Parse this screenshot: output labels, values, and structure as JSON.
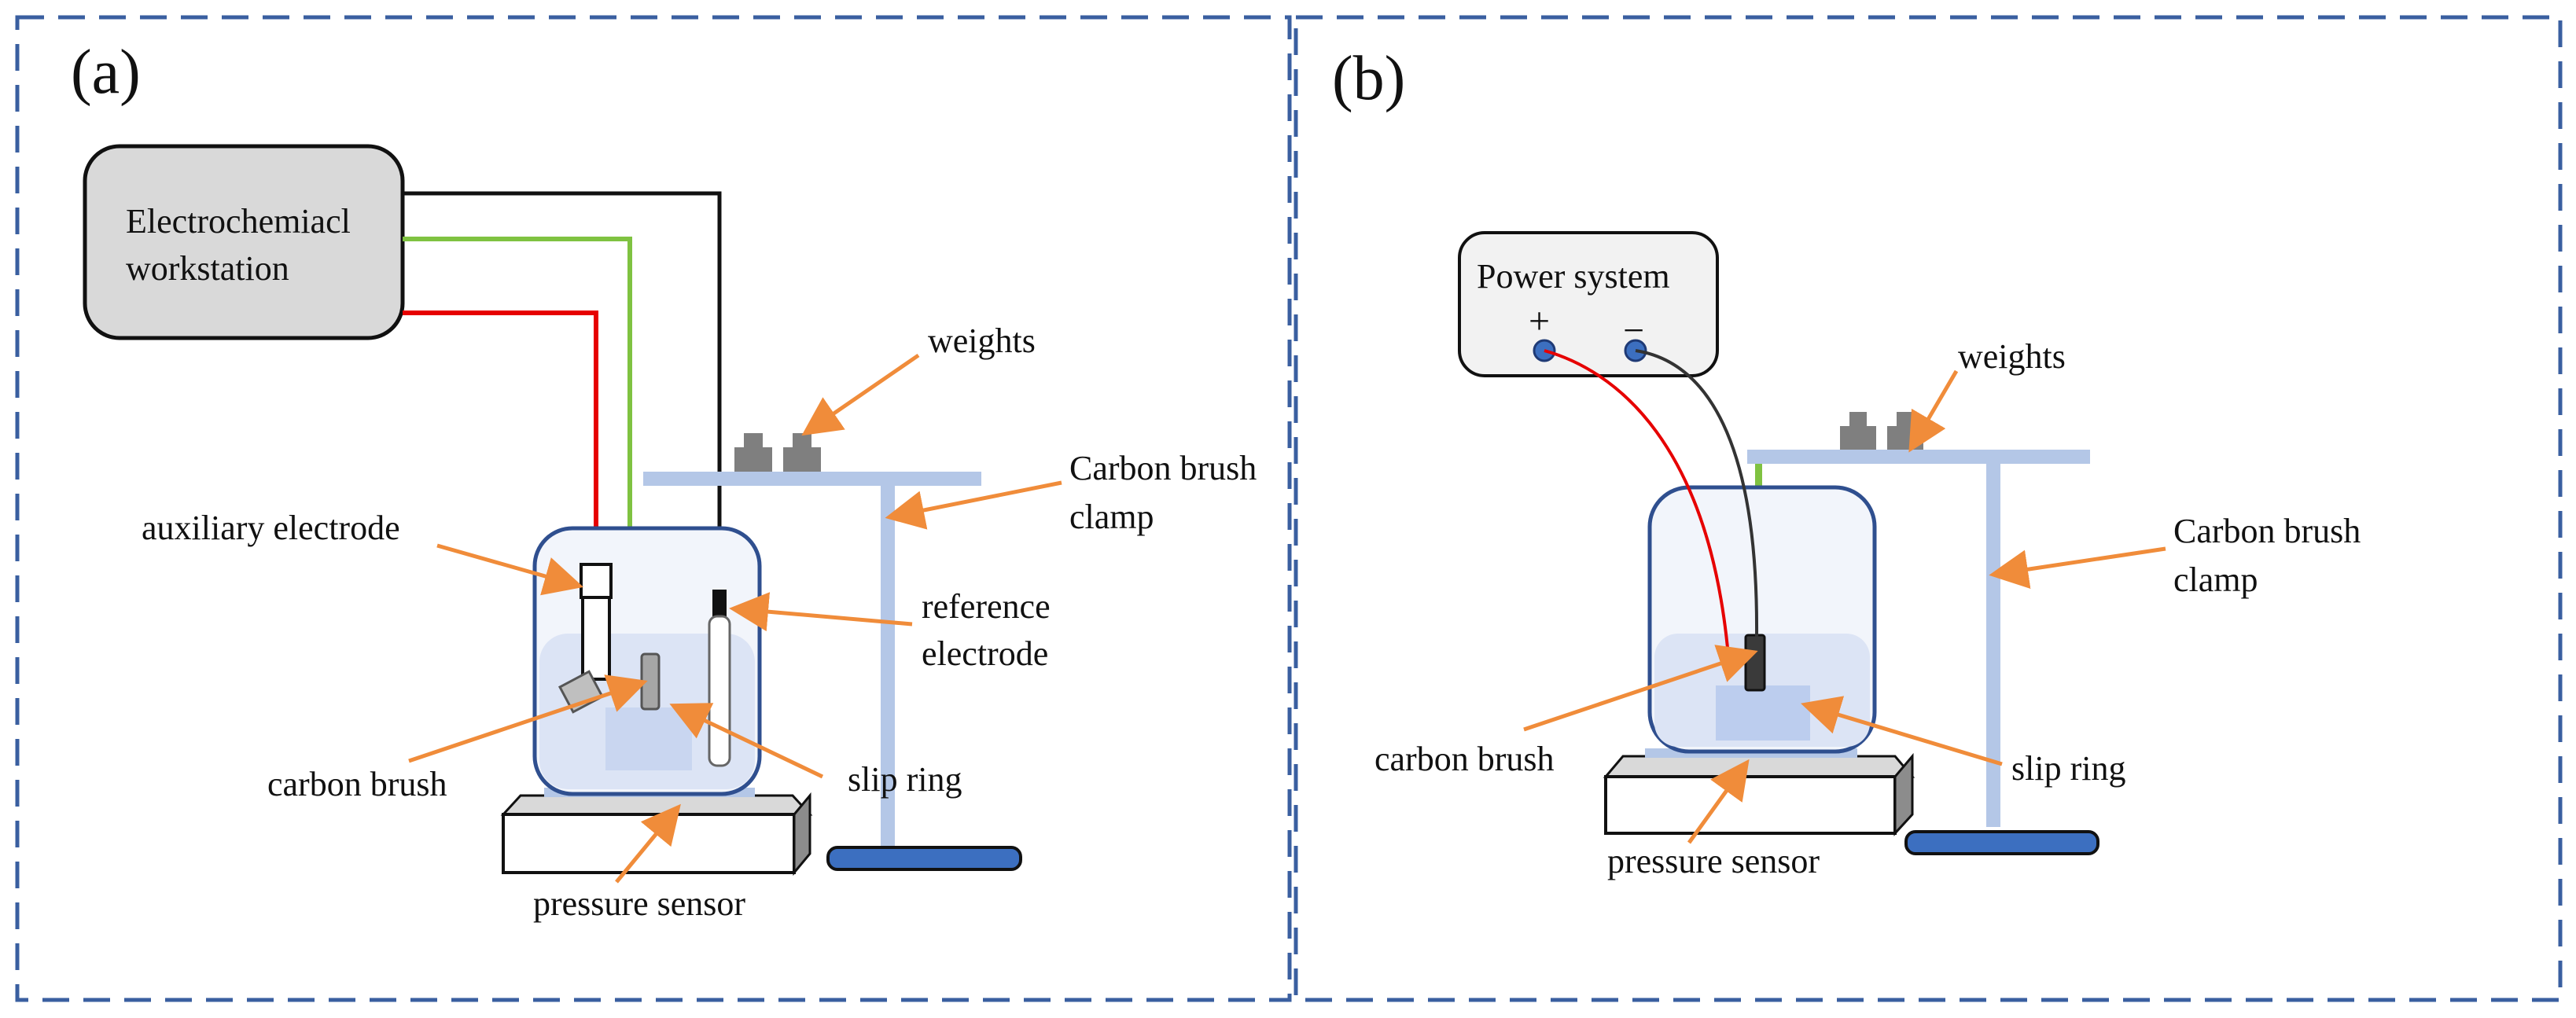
{
  "colors": {
    "frame": "#3A5FA0",
    "vessel": "#2F4F8F",
    "liquid": "#DCE4F5",
    "rod": "#B4C7E7",
    "red_wire": "#E60000",
    "green_wire": "#7FC241",
    "black_wire": "#111111",
    "arrow": "#F08C3A",
    "box_fill": "#D9D9D9",
    "base_plate": "#3C6FC0",
    "terminal": "#3C6FC0"
  },
  "panel_a": {
    "label": "(a)",
    "workstation_line1": "Electrochemiacl",
    "workstation_line2": "workstation",
    "weights": "weights",
    "clamp_line1": "Carbon brush",
    "clamp_line2": "clamp",
    "auxiliary_electrode": "auxiliary electrode",
    "reference_line1": "reference",
    "reference_line2": "electrode",
    "carbon_brush": "carbon brush",
    "slip_ring": "slip ring",
    "pressure_sensor": "pressure sensor"
  },
  "panel_b": {
    "label": "(b)",
    "power_system": "Power system",
    "plus": "+",
    "minus": "−",
    "weights": "weights",
    "clamp_line1": "Carbon brush",
    "clamp_line2": "clamp",
    "carbon_brush": "carbon brush",
    "slip_ring": "slip ring",
    "pressure_sensor": "pressure sensor"
  }
}
